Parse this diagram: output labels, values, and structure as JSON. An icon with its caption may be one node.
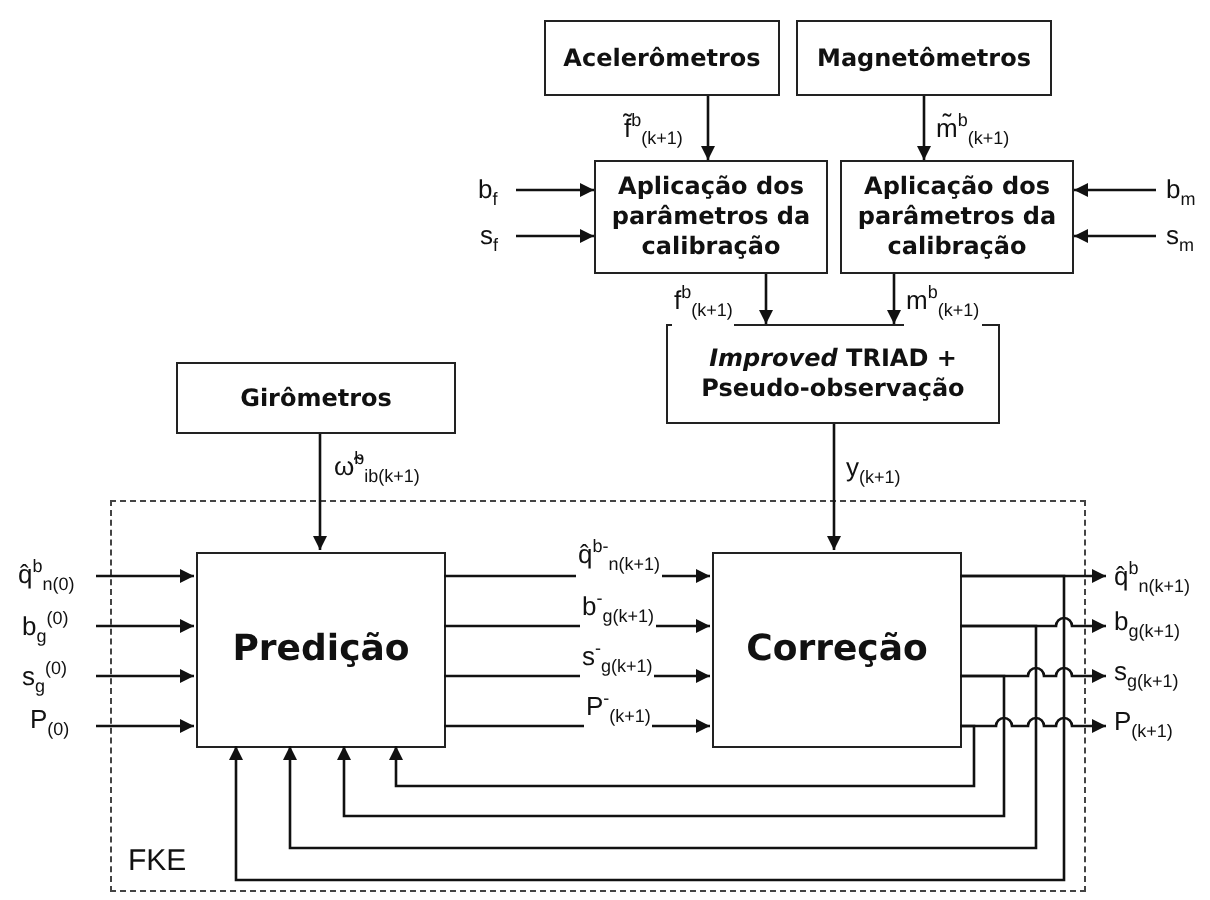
{
  "diagram": {
    "nodes": [
      {
        "text": [
          "Acelerômetros"
        ]
      },
      {
        "text": [
          "Magnetômetros"
        ]
      },
      {
        "text": [
          "Aplicação dos parâmetros da calibração"
        ]
      },
      {
        "text": [
          "Aplicação dos parâmetros da calibração"
        ]
      },
      {
        "text": [
          "*Improved* TRIAD + Pseudo-observação"
        ]
      },
      {
        "text": [
          "Girômetros"
        ]
      },
      {
        "text": [
          "FKE"
        ]
      },
      {
        "text": [
          "Predição"
        ],
        "in": 6
      },
      {
        "text": [
          "Correção"
        ],
        "in": 6
      }
    ],
    "edges": [
      {
        "from": 0,
        "to": 2,
        "arrow": "to",
        "label": "f̃$^{b}$$_{(k+1)}$"
      },
      {
        "from": 1,
        "to": 3,
        "arrow": "to",
        "label": "m̃$^{b}$$_{(k+1)}$"
      },
      {
        "from": null,
        "to": 2,
        "arrow": "to",
        "label": "b$_{f}$"
      },
      {
        "from": null,
        "to": 2,
        "arrow": "to",
        "label": "s$_{f}$"
      },
      {
        "from": null,
        "to": 3,
        "arrow": "to",
        "label": "b$_{m}$"
      },
      {
        "from": null,
        "to": 3,
        "arrow": "to",
        "label": "s$_{m}$"
      },
      {
        "from": 2,
        "to": 4,
        "arrow": "to",
        "label": "f$^{b}$$_{(k+1)}$"
      },
      {
        "from": 3,
        "to": 4,
        "arrow": "to",
        "label": "m$^{b}$$_{(k+1)}$"
      },
      {
        "from": 5,
        "to": 7,
        "arrow": "to",
        "label": "ω̃$^{b}$$_{ib(k+1)}$"
      },
      {
        "from": 4,
        "to": 8,
        "arrow": "to",
        "label": "y$_{(k+1)}$"
      },
      {
        "from": null,
        "to": 7,
        "arrow": "to",
        "label": "q̂$^{b}$$_{n(0)}$"
      },
      {
        "from": null,
        "to": 7,
        "arrow": "to",
        "label": "b$_{g}$$^{(0)}$"
      },
      {
        "from": null,
        "to": 7,
        "arrow": "to",
        "label": "s$_{g}$$^{(0)}$"
      },
      {
        "from": null,
        "to": 7,
        "arrow": "to",
        "label": "P$_{(0)}$"
      },
      {
        "from": 7,
        "to": 8,
        "arrow": "to",
        "label": "q̂$^{b-}$$_{n(k+1)}$"
      },
      {
        "from": 7,
        "to": 8,
        "arrow": "to",
        "label": "b$^{-}$$_{g(k+1)}$"
      },
      {
        "from": 7,
        "to": 8,
        "arrow": "to",
        "label": "s$^{-}$$_{g(k+1)}$"
      },
      {
        "from": 7,
        "to": 8,
        "arrow": "to",
        "label": "P$^{-}$$_{(k+1)}$"
      },
      {
        "from": 8,
        "to": null,
        "arrow": "to",
        "label": "q̂$^{b}$$_{n(k+1)}$"
      },
      {
        "from": 8,
        "to": null,
        "arrow": "to",
        "label": "b$_{g(k+1)}$"
      },
      {
        "from": 8,
        "to": null,
        "arrow": "to",
        "label": "s$_{g(k+1)}$"
      },
      {
        "from": 8,
        "to": null,
        "arrow": "to",
        "label": "P$_{(k+1)}$"
      },
      {
        "from": 8,
        "to": 7,
        "arrow": "to"
      },
      {
        "from": 8,
        "to": 7,
        "arrow": "to"
      },
      {
        "from": 8,
        "to": 7,
        "arrow": "to"
      },
      {
        "from": 8,
        "to": 7,
        "arrow": "to"
      }
    ]
  }
}
